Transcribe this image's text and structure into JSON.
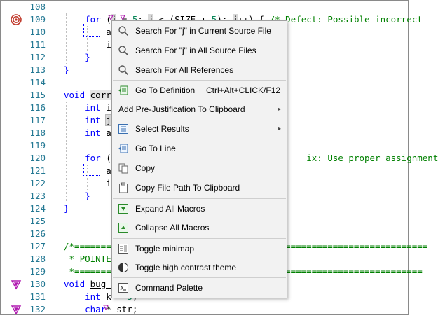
{
  "editor": {
    "lines": [
      {
        "num": "108",
        "text": ""
      },
      {
        "num": "109",
        "text": "    for (j = 5; j < (SIZE + 5); j++) { /* Defect: Possible incorrect"
      },
      {
        "num": "110",
        "text": "        a"
      },
      {
        "num": "111",
        "text": "        i"
      },
      {
        "num": "112",
        "text": "    }"
      },
      {
        "num": "113",
        "text": "}"
      },
      {
        "num": "114",
        "text": ""
      },
      {
        "num": "115",
        "text": "void corre"
      },
      {
        "num": "116",
        "text": "    int i"
      },
      {
        "num": "117",
        "text": "    int j"
      },
      {
        "num": "118",
        "text": "    int ar"
      },
      {
        "num": "119",
        "text": ""
      },
      {
        "num": "120",
        "text": "    for (i                                    ix: Use proper assignment"
      },
      {
        "num": "121",
        "text": "        a"
      },
      {
        "num": "122",
        "text": "        i"
      },
      {
        "num": "123",
        "text": "    }"
      },
      {
        "num": "124",
        "text": "}"
      },
      {
        "num": "125",
        "text": ""
      },
      {
        "num": "126",
        "text": ""
      },
      {
        "num": "127",
        "text": "/*==================================================================="
      },
      {
        "num": "128",
        "text": " * POINTE"
      },
      {
        "num": "129",
        "text": " *=================================================================="
      },
      {
        "num": "130",
        "text": "void bug_p"
      },
      {
        "num": "131",
        "text": "    int k = 5;"
      },
      {
        "num": "132",
        "text": "    char* str;"
      }
    ],
    "breakpoint_icon": "breakpoint-circle-icon",
    "defect_icon": "defect-triangle-icon"
  },
  "context_menu": {
    "items": [
      {
        "label": "Search For \"j\" in Current Source File",
        "icon": "search-icon"
      },
      {
        "label": "Search For \"j\" in All Source Files",
        "icon": "search-icon"
      },
      {
        "label": "Search For All References",
        "icon": "search-icon"
      },
      {
        "label": "Go To Definition",
        "shortcut": "Ctrl+Alt+CLICK/F12",
        "icon": "go-to-definition-icon"
      },
      {
        "label": "Add Pre-Justification To Clipboard",
        "submenu": "▸"
      },
      {
        "label": "Select Results",
        "icon": "select-results-icon",
        "submenu": "▸"
      },
      {
        "label": "Go To Line",
        "icon": "go-to-line-icon"
      },
      {
        "label": "Copy",
        "icon": "copy-icon"
      },
      {
        "label": "Copy File Path To Clipboard",
        "icon": "clipboard-icon"
      },
      {
        "label": "Expand All Macros",
        "icon": "expand-macros-icon"
      },
      {
        "label": "Collapse All Macros",
        "icon": "collapse-macros-icon"
      },
      {
        "label": "Toggle minimap",
        "icon": "minimap-icon"
      },
      {
        "label": "Toggle high contrast theme",
        "icon": "contrast-icon"
      },
      {
        "label": "Command Palette",
        "icon": "command-palette-icon"
      }
    ]
  },
  "colors": {
    "line_number": "#237893",
    "keyword": "#0000ff",
    "comment": "#008000",
    "breakpoint": "#c0392b",
    "defect_marker": "#b01ab0",
    "menu_bg": "#f2f2f2"
  }
}
